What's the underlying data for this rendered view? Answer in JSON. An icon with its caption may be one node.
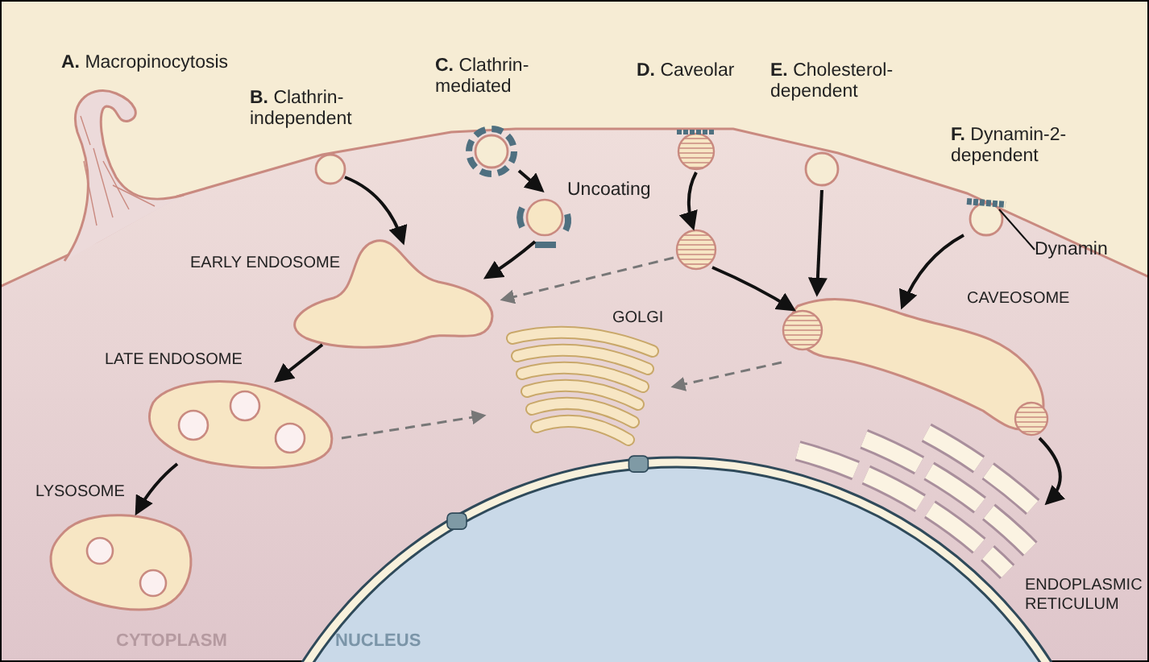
{
  "diagram": {
    "nodes": [
      {
        "text": [
          "**A.** Macropinocytosis"
        ]
      },
      {
        "text": [
          "**B.** Clathrin-independent"
        ]
      },
      {
        "text": [
          "**C.** Clathrin-mediated"
        ]
      },
      {
        "text": [
          "Uncoating"
        ]
      },
      {
        "text": [
          "**D.** Caveolar"
        ]
      },
      {
        "text": [],
        "shape": "circle"
      },
      {
        "text": [
          "**E.** Cholesterol-dependent"
        ]
      },
      {
        "text": [
          "**F.** Dynamin-2-dependent"
        ]
      },
      {
        "text": [
          "Dynamin"
        ]
      },
      {
        "text": [
          "EARLY ENDOSOME"
        ]
      },
      {
        "text": [
          "LATE ENDOSOME"
        ]
      },
      {
        "text": [
          "LYSOSOME"
        ]
      },
      {
        "text": [
          "GOLGI"
        ]
      },
      {
        "text": [
          "CAVEOSOME"
        ]
      },
      {
        "text": [
          "ENDOPLASMIC RETICULUM"
        ]
      },
      {
        "text": [
          "NUCLEUS"
        ]
      }
    ],
    "edges": [
      {
        "from": 1,
        "to": 9,
        "arrow": "to"
      },
      {
        "from": 2,
        "to": 3,
        "arrow": "to"
      },
      {
        "from": 3,
        "to": 9,
        "arrow": "to"
      },
      {
        "from": 4,
        "to": 5,
        "arrow": "to"
      },
      {
        "from": 5,
        "to": 13,
        "arrow": "to"
      },
      {
        "from": 6,
        "to": 13,
        "arrow": "to"
      },
      {
        "from": 7,
        "to": 13,
        "arrow": "to"
      },
      {
        "from": 9,
        "to": 10,
        "arrow": "to"
      },
      {
        "from": 10,
        "to": 11,
        "arrow": "to"
      },
      {
        "from": 13,
        "to": 14,
        "arrow": "to"
      },
      {
        "from": 5,
        "to": 9,
        "arrow": "to",
        "style": "dashed",
        "color": "#777777"
      },
      {
        "from": 13,
        "to": 12,
        "arrow": "to",
        "style": "dashed",
        "color": "#777777"
      },
      {
        "from": 10,
        "to": 12,
        "arrow": "to",
        "style": "dashed",
        "color": "#777777"
      },
      {
        "from": 8,
        "to": 7,
        "arrow": "none"
      }
    ],
    "labels": [
      "CYTOPLASM"
    ]
  }
}
